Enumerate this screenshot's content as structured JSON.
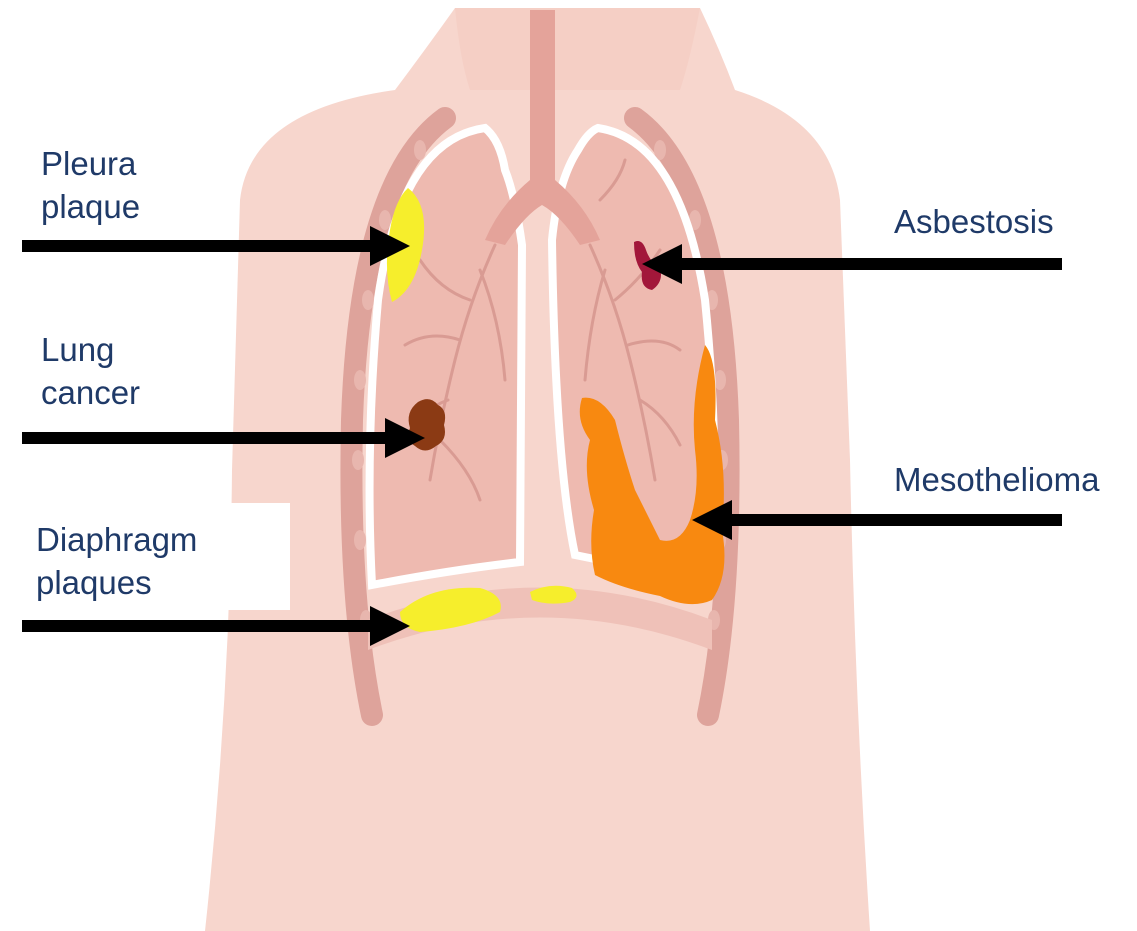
{
  "labels": {
    "pleura_plaque": "Pleura\nplaque",
    "lung_cancer": "Lung\ncancer",
    "diaphragm_plaques": "Diaphragm\nplaques",
    "asbestosis": "Asbestosis",
    "mesothelioma": "Mesothelioma"
  },
  "colors": {
    "skin": "#f7d4cb",
    "lung": "#eeb7ad",
    "airway": "#e3a39a",
    "rib": "#dc9e96",
    "plaque_yellow": "#f5ec2a",
    "cancer_brown": "#8c3c14",
    "asbestosis_red": "#a11a35",
    "mesothelioma_orange": "#f8870f",
    "arrow": "#000000",
    "label_text": "#1f3a68"
  }
}
